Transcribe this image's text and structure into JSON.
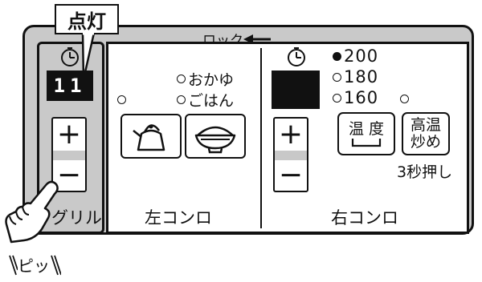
{
  "callout": {
    "lit_label": "点灯",
    "sound_label": "ピッ"
  },
  "lock": {
    "label": "ロック"
  },
  "grill": {
    "display_value": "11",
    "plus_label": "+",
    "minus_label": "−",
    "name_label": "グリル",
    "icons": {
      "timer": "timer-icon"
    }
  },
  "left_burner": {
    "name_label": "左コンロ",
    "modes": [
      {
        "label": "おかゆ",
        "selected": false
      },
      {
        "label": "ごはん",
        "selected": false
      }
    ],
    "buttons": [
      {
        "name": "kettle-icon"
      },
      {
        "name": "rice-bowl-icon"
      }
    ]
  },
  "right_burner": {
    "name_label": "右コンロ",
    "plus_label": "+",
    "minus_label": "−",
    "temps": [
      {
        "label": "200",
        "selected": true
      },
      {
        "label": "180",
        "selected": false
      },
      {
        "label": "160",
        "selected": false
      }
    ],
    "temp_button": {
      "line1": "温 度"
    },
    "stirfry_button": {
      "line1": "高温",
      "line2": "炒め"
    },
    "hold_note": "3秒押し"
  },
  "colors": {
    "panel": "#c9c9c9",
    "display": "#111111",
    "accent_gray": "#c8c8c8"
  }
}
